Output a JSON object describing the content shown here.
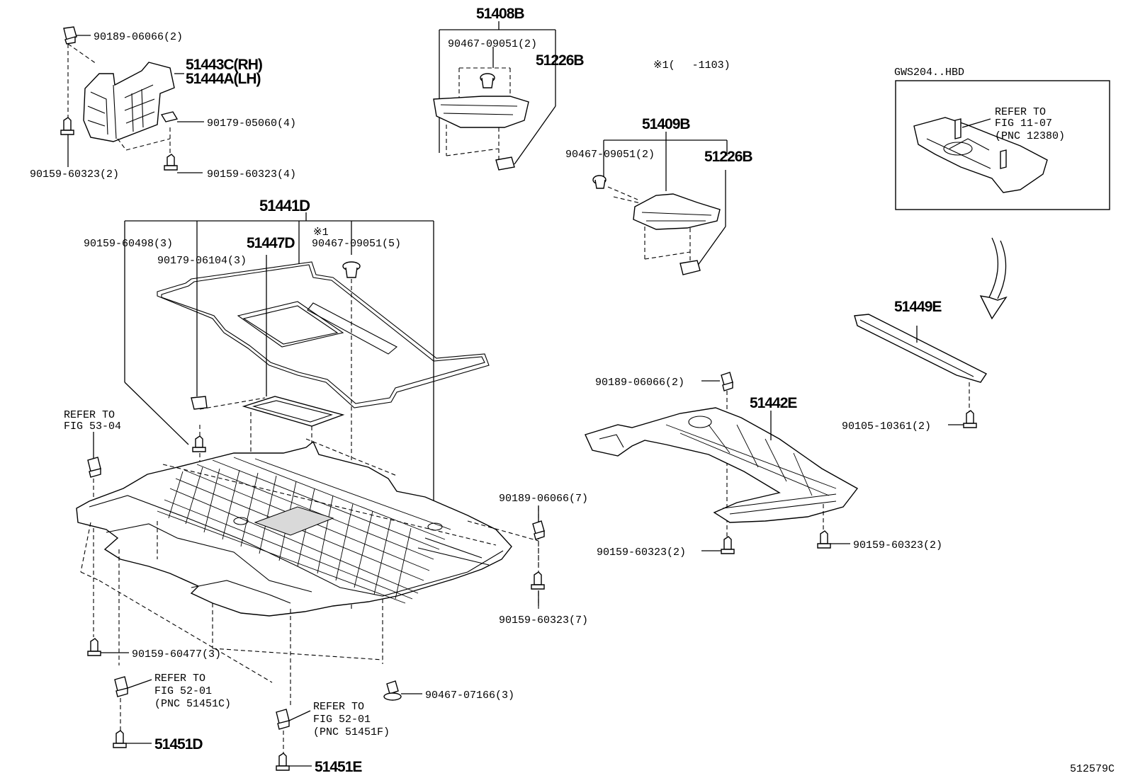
{
  "labels": {
    "p51408B": "51408B",
    "p90467_09051_2a": "90467-09051(2)",
    "p51226B_a": "51226B",
    "note1": "※1(　 -1103)",
    "gws": "GWS204..HBD",
    "refer_11_07": "REFER TO",
    "fig_11_07": "FIG 11-07",
    "pnc_12380": "(PNC 12380)",
    "p51409B": "51409B",
    "p90467_09051_2b": "90467-09051(2)",
    "p51226B_b": "51226B",
    "p90189_06066_2a": "90189-06066(2)",
    "p51443C": "51443C(RH)",
    "p51444A": "51444A(LH)",
    "p90179_05060_4": "90179-05060(4)",
    "p90159_60323_2a": "90159-60323(2)",
    "p90159_60323_4": "90159-60323(4)",
    "p51441D": "51441D",
    "p90159_60498_3": "90159-60498(3)",
    "p51447D": "51447D",
    "mark1": "※1",
    "p90467_09051_5": "90467-09051(5)",
    "p90179_06104_3": "90179-06104(3)",
    "refer_53_04": "REFER TO",
    "fig_53_04": "FIG 53-04",
    "p90189_06066_7": "90189-06066(7)",
    "p90159_60323_7": "90159-60323(7)",
    "p90159_60477_3": "90159-60477(3)",
    "refer_52_01_a": "REFER TO",
    "fig_52_01_a": "FIG 52-01",
    "pnc_51451C": "(PNC 51451C)",
    "p51451D": "51451D",
    "p90467_07166_3": "90467-07166(3)",
    "refer_52_01_b": "REFER TO",
    "fig_52_01_b": "FIG 52-01",
    "pnc_51451F": "(PNC 51451F)",
    "p51451E": "51451E",
    "p51449E": "51449E",
    "p90189_06066_2b": "90189-06066(2)",
    "p51442E": "51442E",
    "p90105_10361_2": "90105-10361(2)",
    "p90159_60323_2b": "90159-60323(2)",
    "p90159_60323_2c": "90159-60323(2)",
    "illus_id": "512579C"
  }
}
